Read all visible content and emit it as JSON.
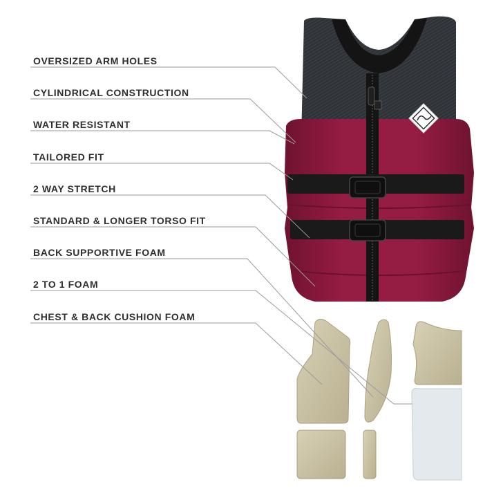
{
  "features": [
    {
      "label": "OVERSIZED ARM HOLES"
    },
    {
      "label": "CYLINDRICAL CONSTRUCTION"
    },
    {
      "label": "WATER RESISTANT"
    },
    {
      "label": "TAILORED FIT"
    },
    {
      "label": "2 WAY STRETCH"
    },
    {
      "label": "STANDARD & LONGER TORSO FIT"
    },
    {
      "label": "BACK SUPPORTIVE FOAM"
    },
    {
      "label": "2 TO 1 FOAM"
    },
    {
      "label": "CHEST & BACK CUSHION FOAM"
    }
  ],
  "colors": {
    "vest_top": "#2f3338",
    "vest_body": "#8e1a3e",
    "strap": "#1a1a1a",
    "foam": "#c9c1a3",
    "foam_light": "#dfe6ea",
    "leader_line": "#9a9a9a",
    "label_text": "#2e2e2e"
  }
}
